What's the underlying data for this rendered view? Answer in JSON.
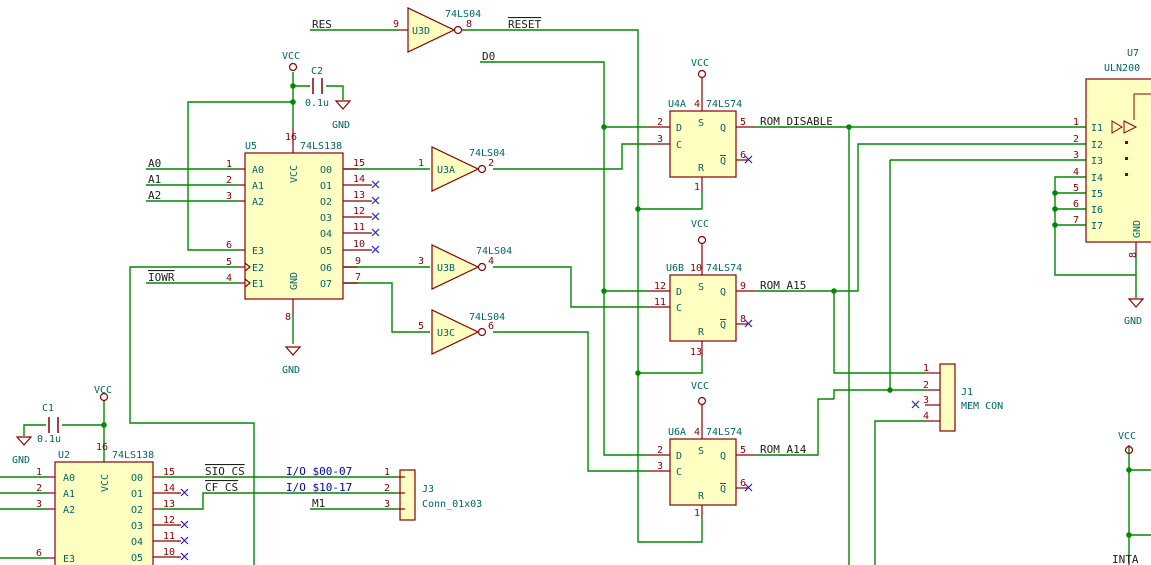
{
  "colors": {
    "wire": "#008a00",
    "body_fill": "#ffffc2",
    "outline": "#8b0000",
    "ref_text": "#006464",
    "note_text": "#0000b0"
  },
  "power": {
    "vcc": "VCC",
    "gnd": "GND"
  },
  "nets": {
    "res": "RES",
    "reset": "RESET",
    "d0": "D0",
    "a0": "A0",
    "a1": "A1",
    "a2": "A2",
    "iowr": "IOWR",
    "rom_disable": "ROM_DISABLE",
    "rom_a15": "ROM_A15",
    "rom_a14": "ROM_A14",
    "sio_cs": "SIO_CS",
    "cf_cs": "CF_CS",
    "m1": "M1",
    "inta": "INTA"
  },
  "notes": {
    "io1": "I/O $00-07",
    "io2": "I/O $10-17"
  },
  "caps": {
    "c2": {
      "ref": "C2",
      "value": "0.1u"
    },
    "c1": {
      "ref": "C1",
      "value": "0.1u"
    }
  },
  "u5": {
    "ref": "U5",
    "value": "74LS138",
    "left_pins": [
      {
        "num": "1",
        "name": "A0"
      },
      {
        "num": "2",
        "name": "A1"
      },
      {
        "num": "3",
        "name": "A2"
      },
      {
        "num": "6",
        "name": "E3"
      },
      {
        "num": "5",
        "name": "E2"
      },
      {
        "num": "4",
        "name": "E1"
      }
    ],
    "right_pins": [
      {
        "num": "15",
        "name": "O0"
      },
      {
        "num": "14",
        "name": "O1"
      },
      {
        "num": "13",
        "name": "O2"
      },
      {
        "num": "12",
        "name": "O3"
      },
      {
        "num": "11",
        "name": "O4"
      },
      {
        "num": "10",
        "name": "O5"
      },
      {
        "num": "9",
        "name": "O6"
      },
      {
        "num": "7",
        "name": "O7"
      }
    ],
    "vcc_pin": "16",
    "gnd_pin": "8",
    "vcc_label": "VCC",
    "gnd_label": "GND"
  },
  "u2": {
    "ref": "U2",
    "value": "74LS138",
    "left_pins": [
      {
        "num": "1",
        "name": "A0"
      },
      {
        "num": "2",
        "name": "A1"
      },
      {
        "num": "3",
        "name": "A2"
      },
      {
        "num": "6",
        "name": "E3"
      }
    ],
    "right_pins": [
      {
        "num": "15",
        "name": "O0"
      },
      {
        "num": "14",
        "name": "O1"
      },
      {
        "num": "13",
        "name": "O2"
      },
      {
        "num": "12",
        "name": "O3"
      },
      {
        "num": "11",
        "name": "O4"
      },
      {
        "num": "10",
        "name": "O5"
      }
    ],
    "vcc_pin": "16",
    "vcc_label": "VCC"
  },
  "inverters": [
    {
      "ref": "U3D",
      "value": "74LS04",
      "in": "9",
      "out": "8"
    },
    {
      "ref": "U3A",
      "value": "74LS04",
      "in": "1",
      "out": "2"
    },
    {
      "ref": "U3B",
      "value": "74LS04",
      "in": "3",
      "out": "4"
    },
    {
      "ref": "U3C",
      "value": "74LS04",
      "in": "5",
      "out": "6"
    }
  ],
  "flipflops": [
    {
      "ref": "U4A",
      "value": "74LS74",
      "d": "2",
      "c": "3",
      "q": "5",
      "nq": "6",
      "s": "4",
      "r": "1"
    },
    {
      "ref": "U6B",
      "value": "74LS74",
      "d": "12",
      "c": "11",
      "q": "9",
      "nq": "8",
      "s": "10",
      "r": "13"
    },
    {
      "ref": "U6A",
      "value": "74LS74",
      "d": "2",
      "c": "3",
      "q": "5",
      "nq": "6",
      "s": "4",
      "r": "1"
    }
  ],
  "ff_pin_names": {
    "d": "D",
    "c": "C",
    "q": "Q",
    "nq": "Q",
    "s": "S",
    "r": "R"
  },
  "u7": {
    "ref": "U7",
    "value": "ULN200",
    "inputs": [
      "I1",
      "I2",
      "I3",
      "I4",
      "I5",
      "I6",
      "I7"
    ],
    "pins": [
      "1",
      "2",
      "3",
      "4",
      "5",
      "6",
      "7"
    ],
    "gnd_name": "GND",
    "gnd_pin": "8",
    "gnd_label": "GND"
  },
  "j1": {
    "ref": "J1",
    "value": "MEM CON",
    "pins": [
      "1",
      "2",
      "3",
      "4"
    ]
  },
  "j3": {
    "ref": "J3",
    "value": "Conn_01x03",
    "pins": [
      "1",
      "2",
      "3"
    ]
  },
  "bottom_right": {
    "vcc": "VCC"
  }
}
